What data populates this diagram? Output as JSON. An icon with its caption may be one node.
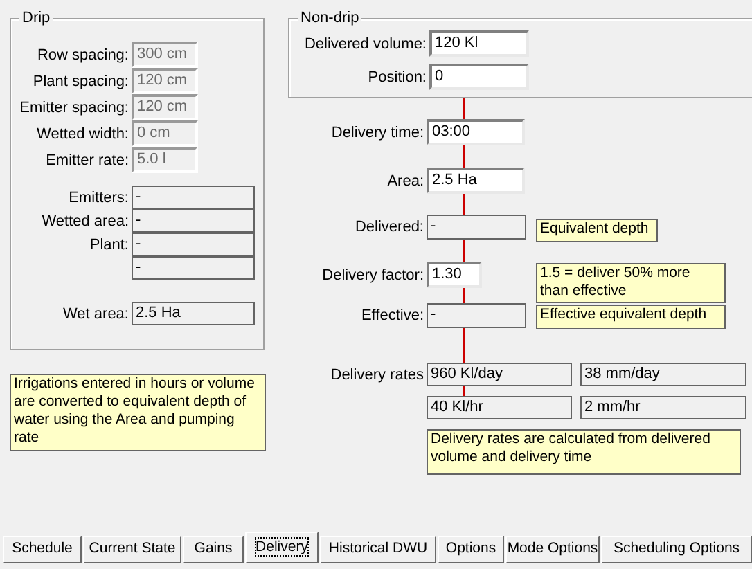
{
  "diagram": {
    "nodes": [
      {
        "text": [
          "Drip"
        ]
      },
      {
        "text": [
          "300 cm"
        ],
        "beside": [
          "Row spacing:"
        ],
        "in": 0
      },
      {
        "text": [
          "120 cm"
        ],
        "beside": [
          "Plant spacing:"
        ],
        "in": 0
      },
      {
        "text": [
          "120 cm"
        ],
        "beside": [
          "Emitter spacing:"
        ],
        "in": 0
      },
      {
        "text": [
          "0 cm"
        ],
        "beside": [
          "Wetted width:"
        ],
        "in": 0
      },
      {
        "text": [
          "5.0 l"
        ],
        "beside": [
          "Emitter rate:"
        ],
        "in": 0
      },
      {
        "text": [
          "-"
        ],
        "beside": [
          "Emitters:"
        ],
        "in": 0
      },
      {
        "text": [
          "-"
        ],
        "beside": [
          "Wetted area:"
        ],
        "in": 0
      },
      {
        "text": [
          "-"
        ],
        "beside": [
          "Plant:"
        ],
        "in": 0
      },
      {
        "text": [
          "-"
        ],
        "in": 0
      },
      {
        "text": [
          "2.5 Ha"
        ],
        "beside": [
          "Wet area:"
        ],
        "in": 0
      },
      {
        "text": [
          "Non-drip"
        ]
      },
      {
        "text": [
          "120 Kl"
        ],
        "beside": [
          "Delivered volume:"
        ],
        "in": 11
      },
      {
        "text": [
          "0"
        ],
        "beside": [
          "Position:"
        ],
        "in": 11
      },
      {
        "text": [
          "03:00"
        ],
        "beside": [
          "Delivery time:"
        ]
      },
      {
        "text": [
          "2.5 Ha"
        ],
        "beside": [
          "Area:"
        ]
      },
      {
        "text": [
          "-"
        ],
        "beside": [
          "Delivered:"
        ]
      },
      {
        "text": [
          "Equivalent depth"
        ]
      },
      {
        "text": [
          "1.30"
        ],
        "beside": [
          "Delivery factor:"
        ]
      },
      {
        "text": [
          "1.5 = deliver 50% more than effective"
        ]
      },
      {
        "text": [
          "-"
        ],
        "beside": [
          "Effective:"
        ]
      },
      {
        "text": [
          "Effective equivalent depth"
        ]
      },
      {
        "text": [
          "960 Kl/day"
        ],
        "beside": [
          "Delivery rates"
        ]
      },
      {
        "text": [
          "38 mm/day"
        ]
      },
      {
        "text": [
          "40 Kl/hr"
        ]
      },
      {
        "text": [
          "2 mm/hr"
        ]
      },
      {
        "text": [
          "Delivery rates are calculated from delivered volume and delivery time"
        ]
      },
      {
        "text": [
          "Irrigations entered in hours or volume are converted to equivalent depth of water using the Area and pumping rate"
        ]
      }
    ],
    "edges": [
      {
        "from": 11,
        "to": 14,
        "arrow": "none"
      },
      {
        "from": 14,
        "to": 15,
        "arrow": "none"
      },
      {
        "from": 15,
        "to": 16,
        "arrow": "none"
      },
      {
        "from": 16,
        "to": 18,
        "arrow": "none"
      },
      {
        "from": 18,
        "to": 20,
        "arrow": "none"
      },
      {
        "from": 20,
        "to": 22,
        "arrow": "none"
      },
      {
        "from": 22,
        "to": 24,
        "arrow": "none"
      }
    ],
    "labels": [
      "Schedule",
      "Current State",
      "Gains",
      "Delivery",
      "Historical DWU",
      "Options",
      "Mode Options",
      "Scheduling Options"
    ]
  }
}
